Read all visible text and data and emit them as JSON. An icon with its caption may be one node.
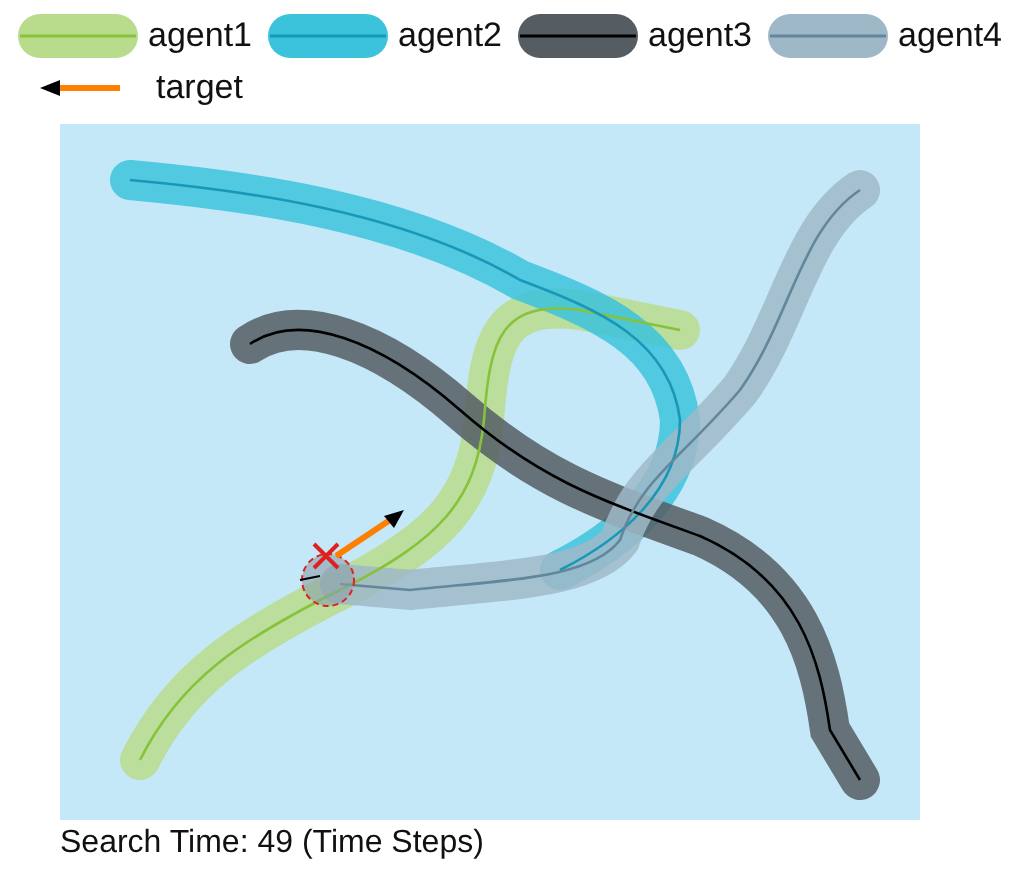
{
  "diagram": {
    "caption": "Search Time: 49 (Time Steps)",
    "legend": [
      {
        "text": "agent1"
      },
      {
        "text": "agent2"
      },
      {
        "text": "agent3"
      },
      {
        "text": "agent4"
      },
      {
        "text": "target"
      }
    ]
  }
}
